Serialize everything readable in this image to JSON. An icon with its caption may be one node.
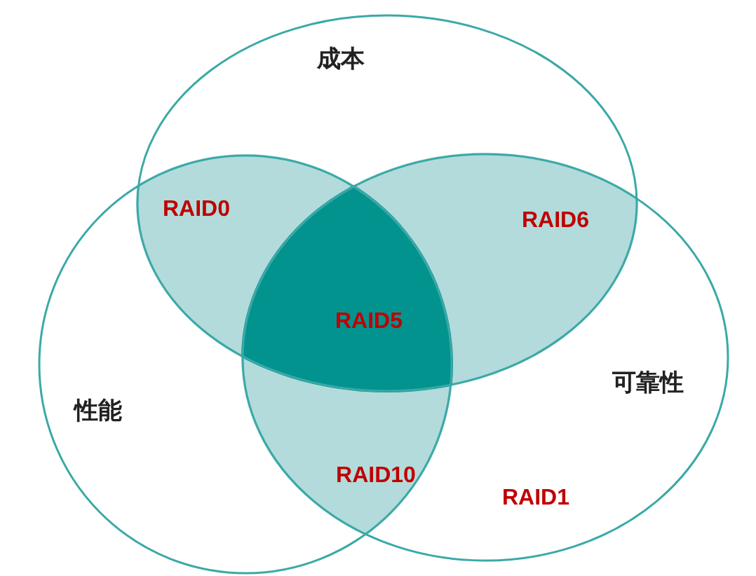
{
  "diagram": {
    "nodes": [
      {
        "text": [
          "成本"
        ]
      },
      {
        "text": [
          "性能"
        ]
      },
      {
        "text": [
          "可靠性"
        ]
      }
    ],
    "labels": [
      "RAID0",
      "RAID6",
      "RAID5",
      "RAID10",
      "RAID1"
    ]
  }
}
